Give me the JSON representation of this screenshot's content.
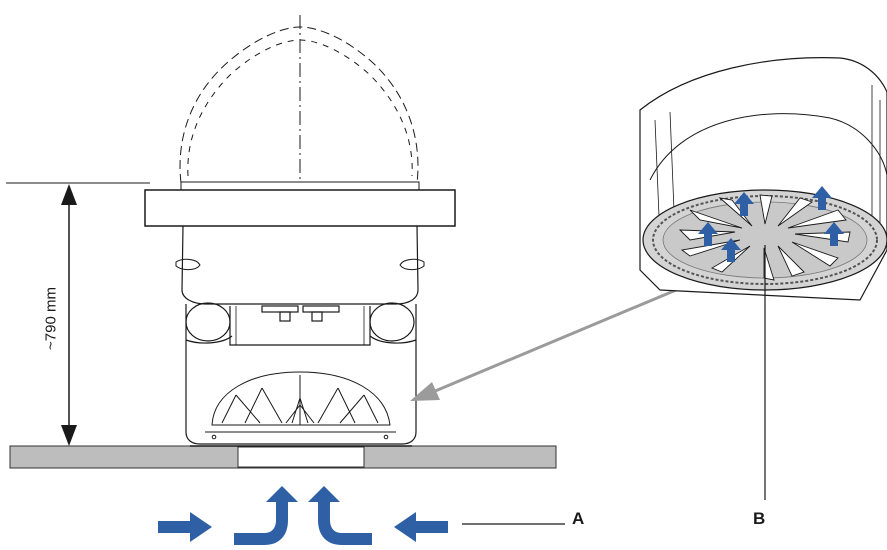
{
  "dimension": {
    "height_label": "~790 mm"
  },
  "callouts": {
    "a": "A",
    "b": "B"
  },
  "colors": {
    "airflow_arrow": "#2f5fa5",
    "pointer_arrow": "#9b9b9b",
    "floor": "#bdbdbd",
    "line": "#1a1a1a"
  },
  "icons": {
    "airflow": "curved-arrow-icon",
    "pointer": "grey-arrow-icon"
  }
}
